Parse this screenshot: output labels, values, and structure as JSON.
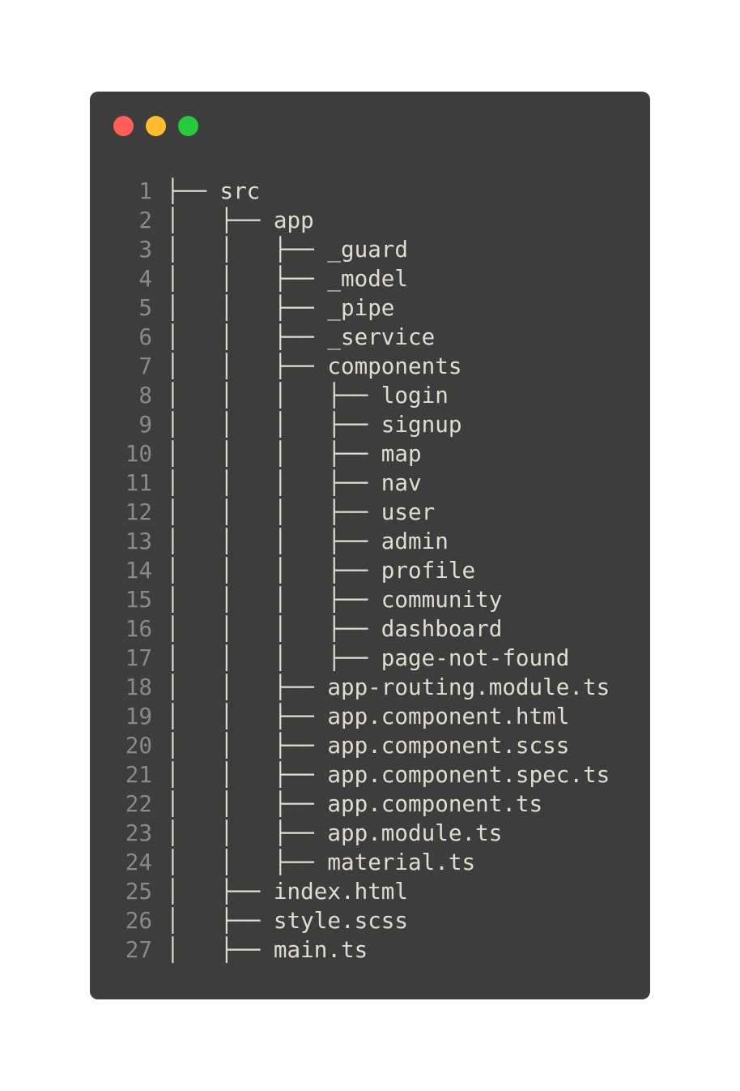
{
  "window": {
    "controls": [
      {
        "name": "close-button",
        "color": "#ff5f56"
      },
      {
        "name": "minimize-button",
        "color": "#ffbd2e"
      },
      {
        "name": "maximize-button",
        "color": "#27c93f"
      }
    ]
  },
  "lines": [
    {
      "num": "1",
      "text": "├── src"
    },
    {
      "num": "2",
      "text": "│   ├── app"
    },
    {
      "num": "3",
      "text": "│   │   ├── _guard"
    },
    {
      "num": "4",
      "text": "│   │   ├── _model"
    },
    {
      "num": "5",
      "text": "│   │   ├── _pipe"
    },
    {
      "num": "6",
      "text": "│   │   ├── _service"
    },
    {
      "num": "7",
      "text": "│   │   ├── components"
    },
    {
      "num": "8",
      "text": "│   │   │   ├── login"
    },
    {
      "num": "9",
      "text": "│   │   │   ├── signup"
    },
    {
      "num": "10",
      "text": "│   │   │   ├── map"
    },
    {
      "num": "11",
      "text": "│   │   │   ├── nav"
    },
    {
      "num": "12",
      "text": "│   │   │   ├── user"
    },
    {
      "num": "13",
      "text": "│   │   │   ├── admin"
    },
    {
      "num": "14",
      "text": "│   │   │   ├── profile"
    },
    {
      "num": "15",
      "text": "│   │   │   ├── community"
    },
    {
      "num": "16",
      "text": "│   │   │   ├── dashboard"
    },
    {
      "num": "17",
      "text": "│   │   │   ├── page-not-found"
    },
    {
      "num": "18",
      "text": "│   │   ├── app-routing.module.ts"
    },
    {
      "num": "19",
      "text": "│   │   ├── app.component.html"
    },
    {
      "num": "20",
      "text": "│   │   ├── app.component.scss"
    },
    {
      "num": "21",
      "text": "│   │   ├── app.component.spec.ts"
    },
    {
      "num": "22",
      "text": "│   │   ├── app.component.ts"
    },
    {
      "num": "23",
      "text": "│   │   ├── app.module.ts"
    },
    {
      "num": "24",
      "text": "│   │   ├── material.ts"
    },
    {
      "num": "25",
      "text": "│   ├── index.html"
    },
    {
      "num": "26",
      "text": "│   ├── style.scss"
    },
    {
      "num": "27",
      "text": "│   ├── main.ts"
    }
  ]
}
